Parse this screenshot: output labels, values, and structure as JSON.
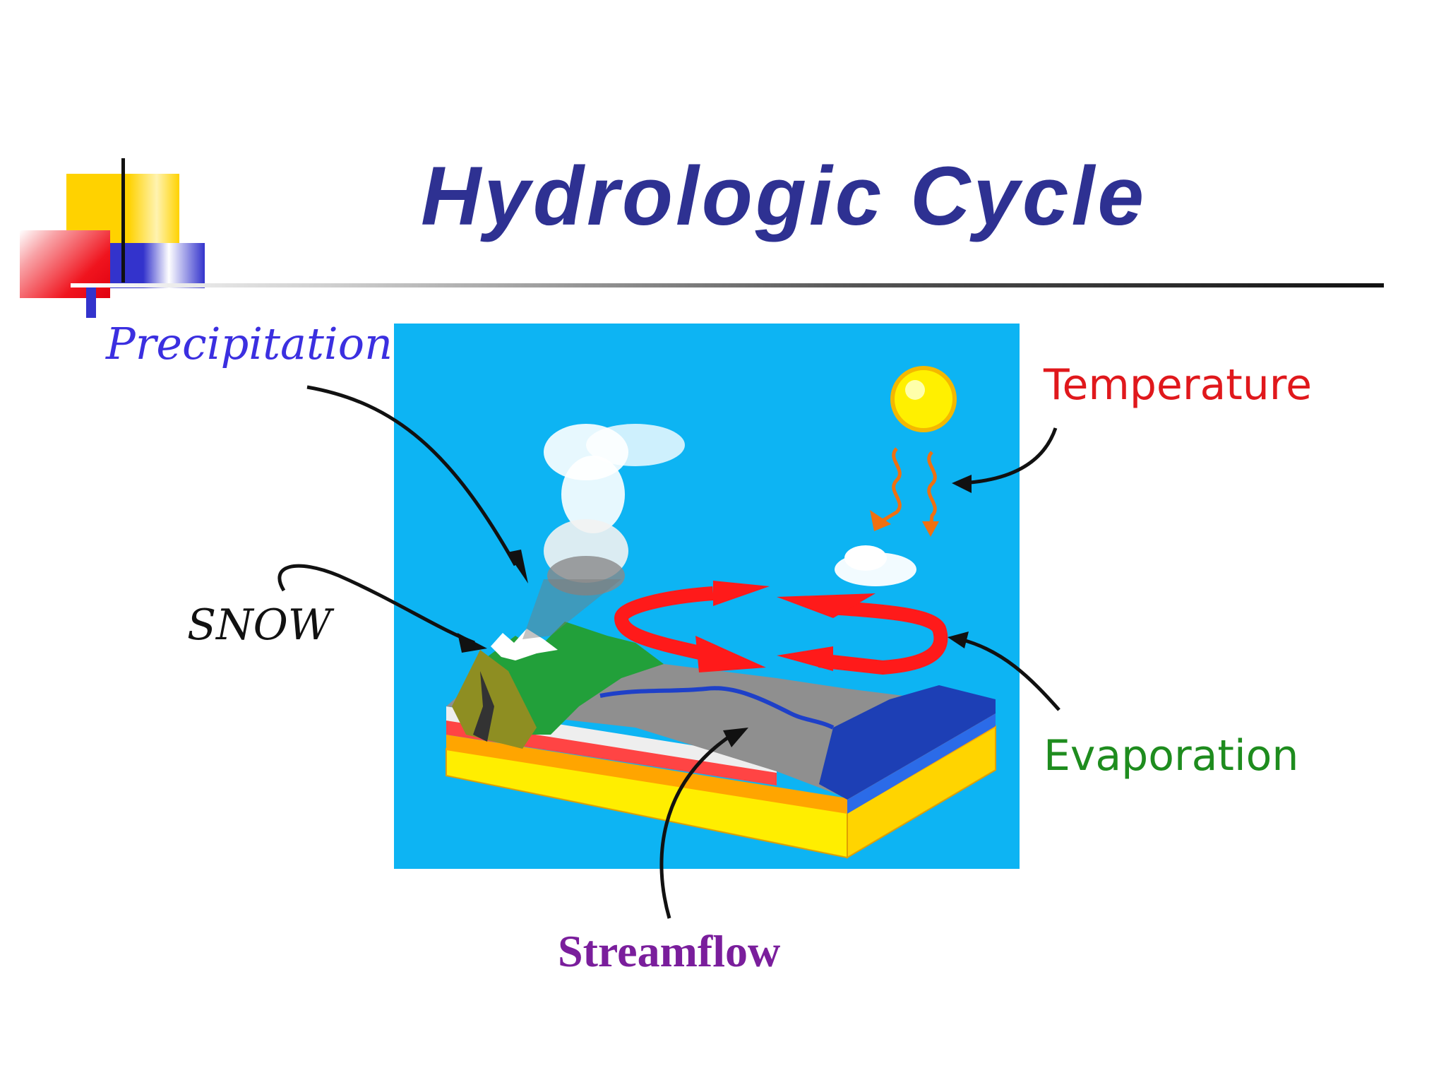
{
  "title": "Hydrologic Cycle",
  "labels": {
    "precipitation": "Precipitation",
    "snow": "SNOW",
    "temperature": "Temperature",
    "evaporation": "Evaporation",
    "streamflow": "Streamflow"
  },
  "colors": {
    "title": "#2E3192",
    "precipitation": "#3B2FE0",
    "snow": "#111111",
    "temperature": "#E0181C",
    "evaporation": "#1E8C1E",
    "streamflow": "#7A1E9C",
    "sky": "#0DB4F3",
    "deco_yellow": "#FFD200",
    "deco_red": "#F0141E",
    "deco_blue": "#3333CC"
  },
  "icons": [
    "sun-icon",
    "cloud-icon",
    "heat-ray-icon",
    "evaporation-arrow-icon"
  ]
}
